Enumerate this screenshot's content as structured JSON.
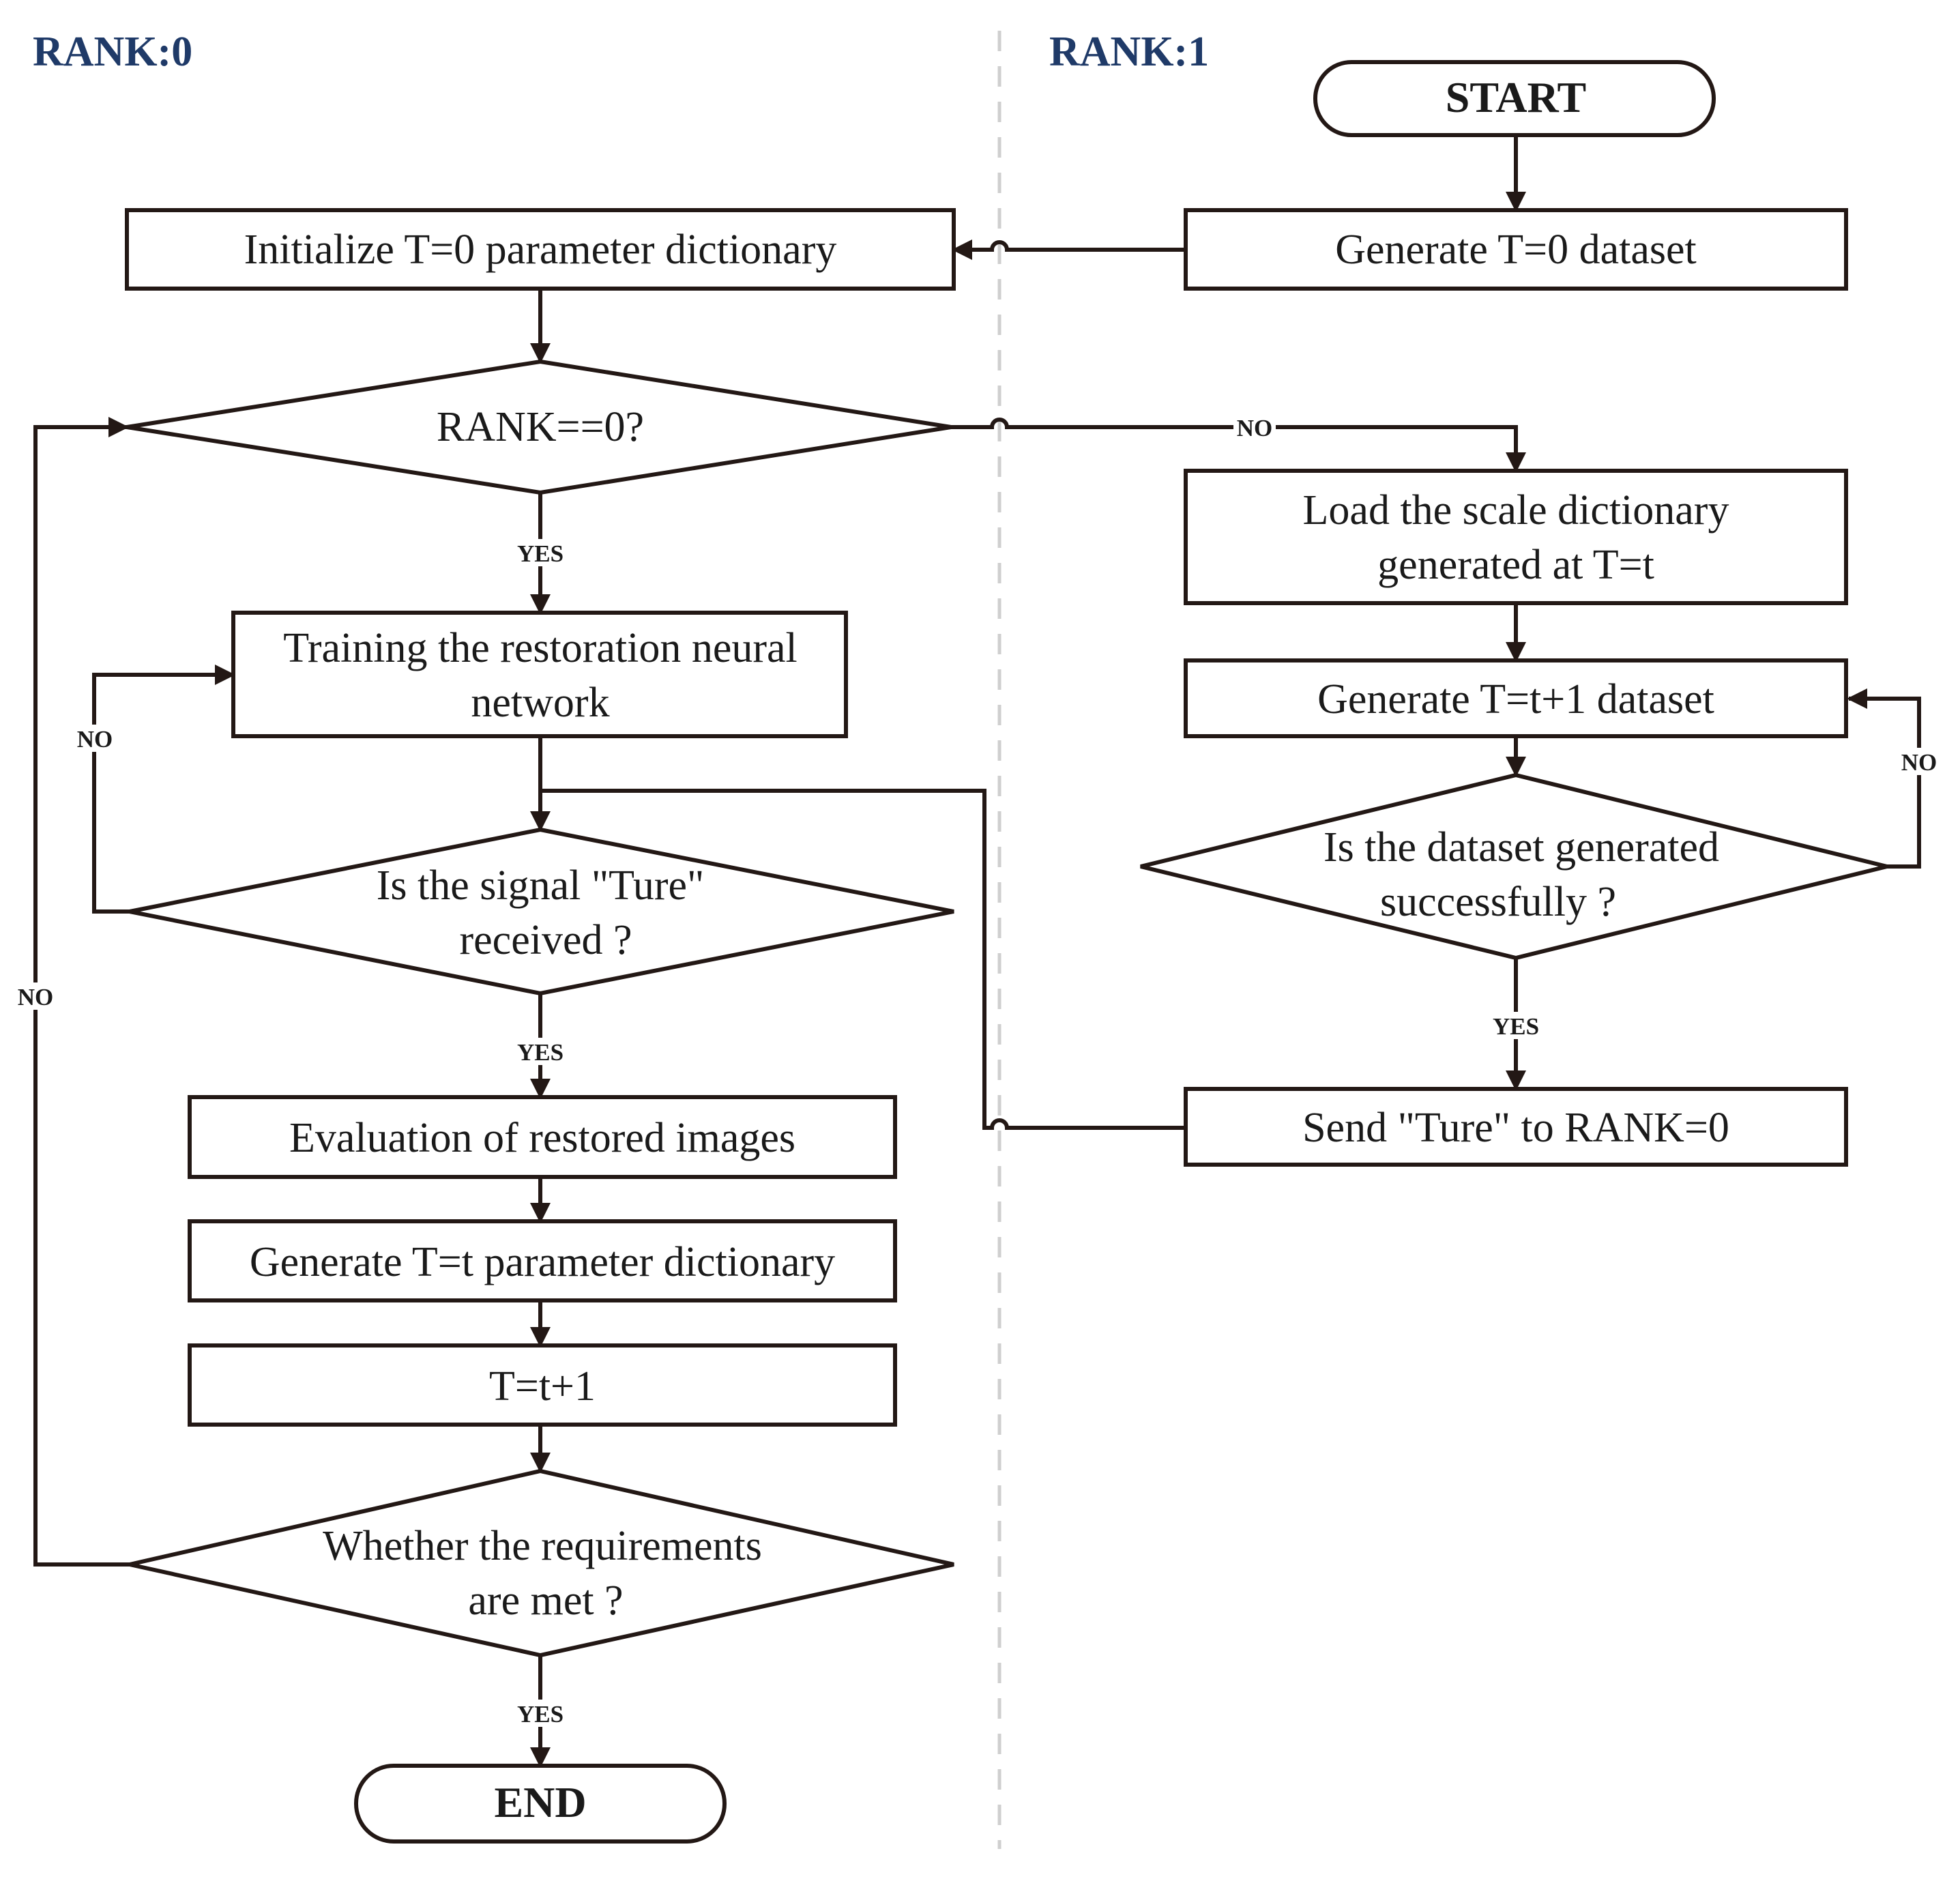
{
  "lanes": {
    "left_title": "RANK:0",
    "right_title": "RANK:1"
  },
  "nodes": {
    "start": "START",
    "gen_t0_dataset": "Generate T=0 dataset",
    "init_t0_dict": "Initialize T=0 parameter dictionary",
    "rank_check": "RANK==0?",
    "load_scale_dict": [
      "Load the scale dictionary",
      "generated at T=t"
    ],
    "training": [
      "Training the restoration neural",
      "network"
    ],
    "gen_t1_dataset": "Generate T=t+1 dataset",
    "dataset_ok": [
      "Is the dataset generated",
      "successfully ?"
    ],
    "signal_check": [
      "Is the signal \"Ture\"",
      "received ?"
    ],
    "send_true": "Send \"Ture\" to RANK=0",
    "evaluation": "Evaluation of restored images",
    "gen_t_dict": "Generate T=t parameter dictionary",
    "increment": "T=t+1",
    "requirements": [
      "Whether the requirements",
      "are met ?"
    ],
    "end": "END"
  },
  "edge_labels": {
    "rank_no": "NO",
    "rank_yes": "YES",
    "signal_no": "NO",
    "signal_yes": "YES",
    "dataset_no": "NO",
    "dataset_yes": "YES",
    "requirements_no": "NO",
    "requirements_yes": "YES"
  }
}
